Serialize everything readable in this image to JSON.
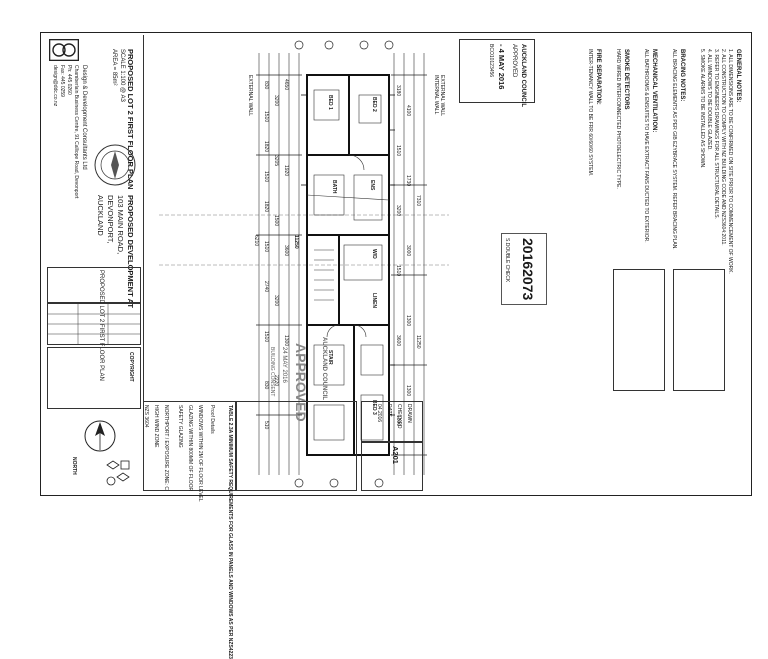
{
  "title_block": {
    "company_name": "Design & Development Consultants Ltd",
    "company_address": "Chamberlain Business Centre, 91 Calliope Road, Devonport",
    "phone": "Ph: 445 0260",
    "fax": "Fax: 445 0259",
    "email": "design@ddc.co.nz",
    "drawing_title": "PROPOSED LOT 2 FIRST FLOOR PLAN",
    "scale": "SCALE 1:100 @ A3",
    "area": "AREA = 85m²",
    "project_heading": "PROPOSED DEVELOPMENT AT",
    "project_street": "103 MAIN ROAD,",
    "project_suburb": "DEVONPORT,",
    "project_city": "AUCKLAND",
    "sheet_label": "PROPOSED LOT 2 FIRST FLOOR PLAN",
    "revision": "A201",
    "copyright": "COPYRIGHT",
    "drawn_label": "DRAWN",
    "checked_label": "CHECKED",
    "date_label": "DATE",
    "date_value": "04.2016"
  },
  "table_block": {
    "heading": "TABLE 2.3A MINIMUM SAFETY REQUIREMENTS FOR GLASS IN PANELS AND WINDOWS AS PER NZS4223",
    "proof": "Proof Details",
    "row1": "WINDOWS WITHIN 2M OF FLOOR LEVEL",
    "row2": "GLAZING WITHIN 800MM OF FLOOR",
    "row3": "SAFETY GLAZING",
    "north": "NORTH",
    "exposure": "NORTHPORT / EXPOSURE ZONE: C",
    "wind": "HIGH WIND ZONE",
    "code": "NZS 3604"
  },
  "stamps": {
    "council_top": "AUCKLAND COUNCIL",
    "council_top_sub": "APPROVED",
    "council_date": "- 4 MAY 2016",
    "council_ref": "BCO10123456",
    "consent_number": "20162073",
    "consent_sub": "S.DOUBLE CHECK",
    "approved_side": "AUCKLAND COUNCIL",
    "approved_word": "APPROVED",
    "approved_date": "24 MAY 2016",
    "approved_ref": "BUILDING CONSENT"
  },
  "plan": {
    "top_dims": [
      "4650",
      "1920",
      "3600",
      "1300"
    ],
    "top_total": "11250",
    "top_sub": [
      "830",
      "1510",
      "1820",
      "1510",
      "1820",
      "1510",
      "2740",
      "1510",
      "830",
      "510"
    ],
    "top_sub2": [
      "3200",
      "3205",
      "1500",
      "3200",
      "2220"
    ],
    "top_total2": "6210",
    "bottom_dims": [
      "3180",
      "1510",
      "3200",
      "1510",
      "3600",
      "1300"
    ],
    "bottom_sub": [
      "4100",
      "1730",
      "3000",
      "1300",
      "1300"
    ],
    "bottom_total": "7310",
    "bottom_total2": "11250",
    "label_ext": "EXTERNAL WALL",
    "label_int": "INTERNAL WALL",
    "room_labels": [
      "BED 1",
      "BED 2",
      "BATH",
      "ENS",
      "W/D",
      "LINEN",
      "STAIR",
      "BED 3"
    ]
  },
  "notes": {
    "general_heading": "GENERAL NOTES:",
    "n1": "1. ALL DIMENSIONS ARE TO BE CONFIRMED ON SITE PRIOR TO COMMENCEMENT OF WORK.",
    "n2": "2. ALL CONSTRUCTION TO COMPLY WITH NZ BUILDING CODE AND NZS3604:2011.",
    "n3": "3. REFER TO ENGINEERS DRAWINGS FOR ALL STRUCTURAL DETAILS.",
    "n4": "4. ALL WINDOWS TO BE DOUBLE GLAZED.",
    "n5": "5. SMOKE ALARMS TO BE INSTALLED AS SHOWN.",
    "bracing_heading": "BRACING NOTES:",
    "bracing_text": "ALL BRACING ELEMENTS AS PER GIB EZYBRACE SYSTEM. REFER BRACING PLAN.",
    "mech_heading": "MECHANICAL VENTILATION:",
    "mech_text": "ALL BATHROOMS & ENSUITES TO HAVE EXTRACT FANS DUCTED TO EXTERIOR.",
    "smoke_heading": "SMOKE DETECTORS",
    "smoke_text": "HARD WIRED INTERCONNECTED PHOTOELECTRIC TYPE.",
    "fire_heading": "FIRE SEPARATION:",
    "fire_text": "INTER-TENANCY WALL TO BE FRR 60/60/60 SYSTEM."
  }
}
